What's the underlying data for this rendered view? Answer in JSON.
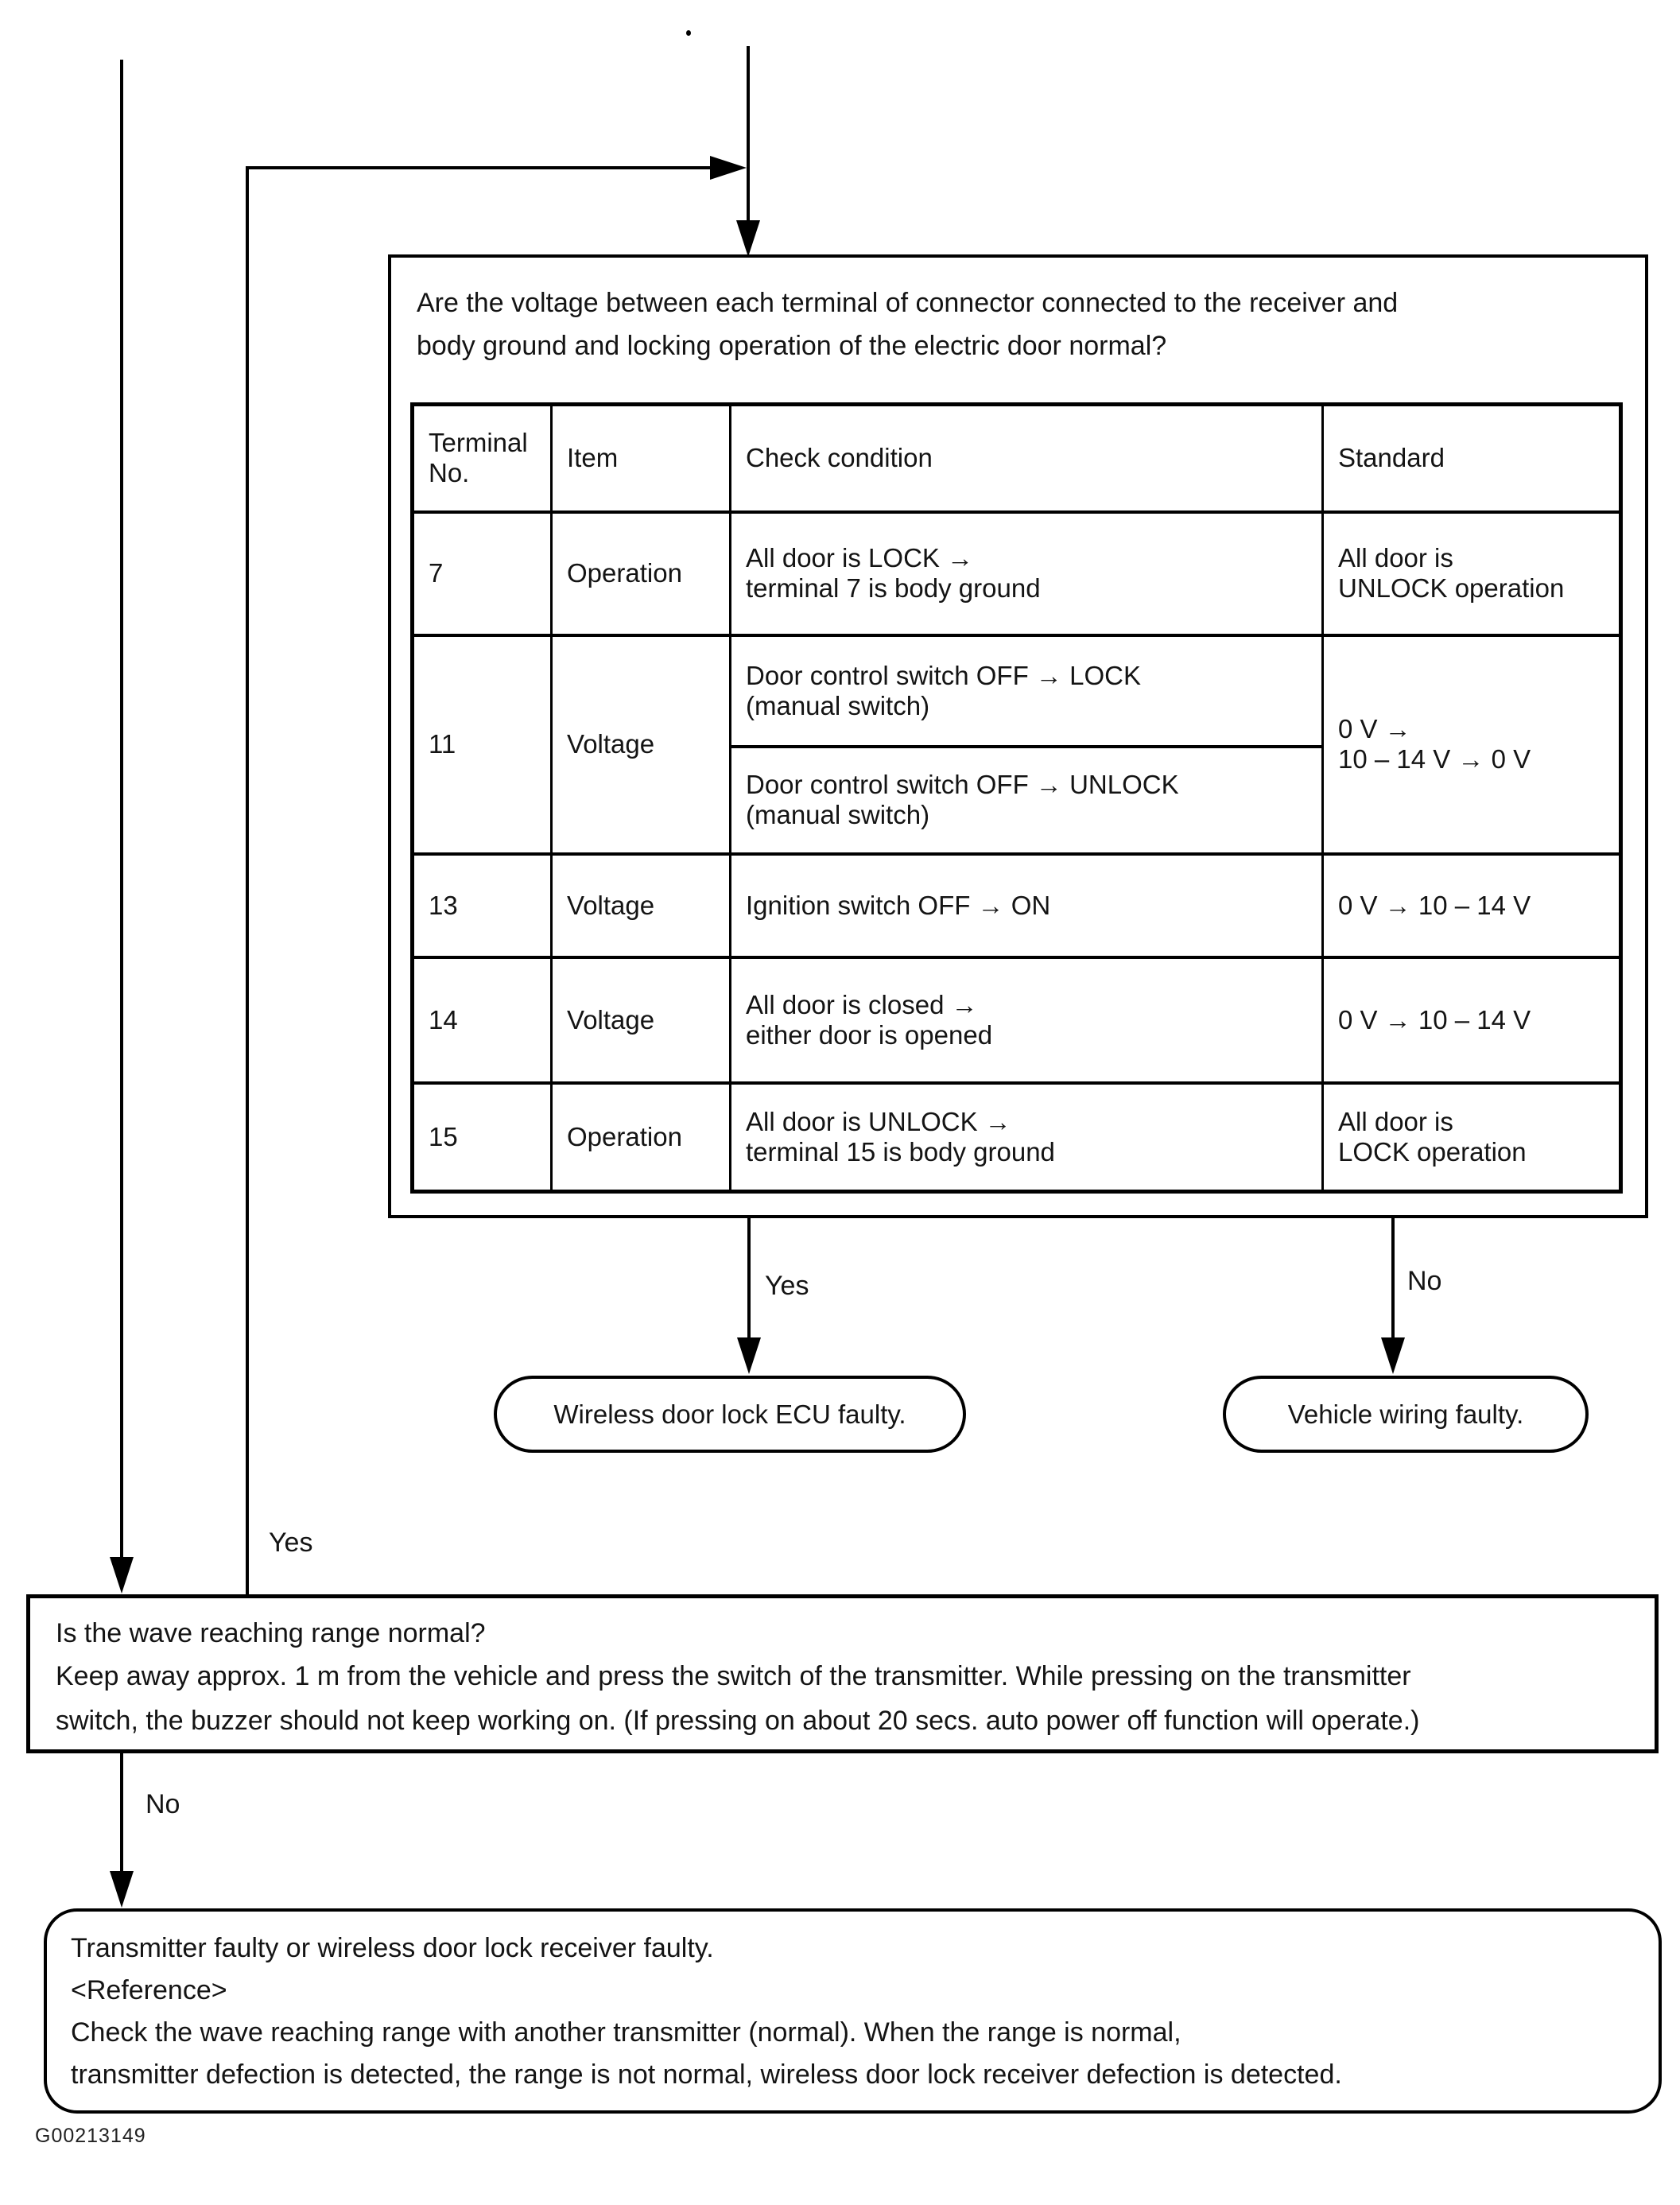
{
  "flow": {
    "loop_yes_label": "Yes",
    "table_yes_label": "Yes",
    "table_no_label": "No",
    "wave_no_label": "No"
  },
  "voltage_check_box": {
    "question": "Are the voltage between each terminal of connector connected to the receiver and\nbody ground and locking operation of the electric door normal?",
    "table": {
      "headers": {
        "terminal_no": "Terminal\nNo.",
        "item": "Item",
        "check_condition": "Check condition",
        "standard": "Standard"
      },
      "rows": [
        {
          "terminal": "7",
          "item": "Operation",
          "conditions": [
            "All door is LOCK →\nterminal 7 is body ground"
          ],
          "standard": "All door is\nUNLOCK operation"
        },
        {
          "terminal": "11",
          "item": "Voltage",
          "conditions": [
            "Door control switch OFF → LOCK\n(manual switch)",
            "Door control switch OFF → UNLOCK\n(manual switch)"
          ],
          "standard": "0 V →\n10 – 14 V → 0 V"
        },
        {
          "terminal": "13",
          "item": "Voltage",
          "conditions": [
            "Ignition switch OFF → ON"
          ],
          "standard": "0 V → 10 – 14 V"
        },
        {
          "terminal": "14",
          "item": "Voltage",
          "conditions": [
            "All door is closed →\neither door is opened"
          ],
          "standard": "0 V → 10 – 14 V"
        },
        {
          "terminal": "15",
          "item": "Operation",
          "conditions": [
            "All door is UNLOCK →\nterminal 15 is body ground"
          ],
          "standard": "All door is\nLOCK operation"
        }
      ]
    }
  },
  "results": {
    "ecu_faulty": "Wireless door lock ECU faulty.",
    "wiring_faulty": "Vehicle wiring faulty."
  },
  "wave_box": {
    "question": "Is the wave reaching range normal?",
    "detail_line1": "Keep away approx. 1 m from the vehicle and press the switch of the transmitter. While pressing on the transmitter",
    "detail_line2": "switch, the buzzer should not keep working on. (If pressing on about 20 secs. auto power off function will operate.)"
  },
  "final_box": {
    "line1": "Transmitter faulty or wireless door lock receiver faulty.",
    "line2": "<Reference>",
    "line3": "Check the wave reaching range with another transmitter (normal). When the range is normal,",
    "line4": "transmitter defection is detected, the range is not normal, wireless door lock receiver defection is detected."
  },
  "footer": {
    "figure_id": "G00213149"
  }
}
